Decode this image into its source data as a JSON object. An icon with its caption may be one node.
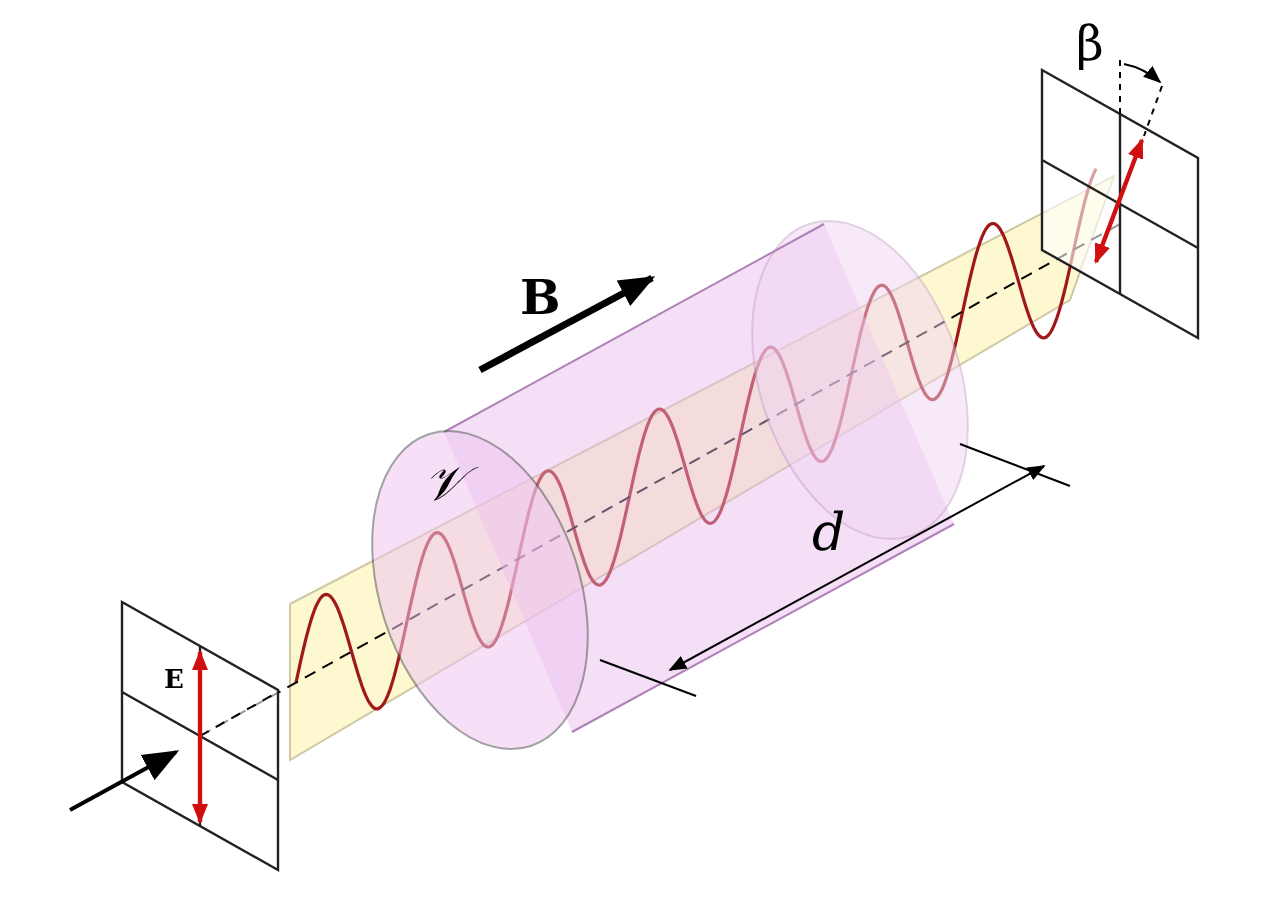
{
  "diagram": {
    "labels": [
      "B",
      "𝒱",
      "d",
      "E",
      "β"
    ]
  }
}
